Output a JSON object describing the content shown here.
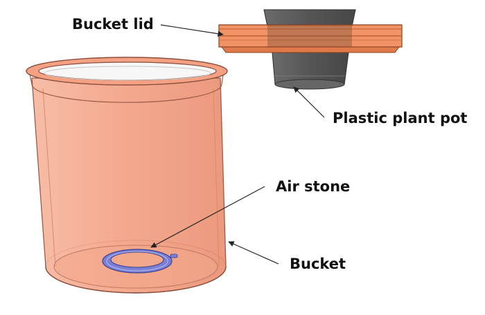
{
  "labels": {
    "bucket_lid": "Bucket lid",
    "plastic_plant_pot": "Plastic plant pot",
    "air_stone": "Air stone",
    "bucket": "Bucket"
  },
  "colors": {
    "bucket_fill": "#f4a183",
    "bucket_stroke": "#9a5a46",
    "lid_fill": "#f08a57",
    "pot_fill": "#5c5c5c",
    "air_stone_fill": "#7a7fd6",
    "leader_line": "#222222"
  }
}
